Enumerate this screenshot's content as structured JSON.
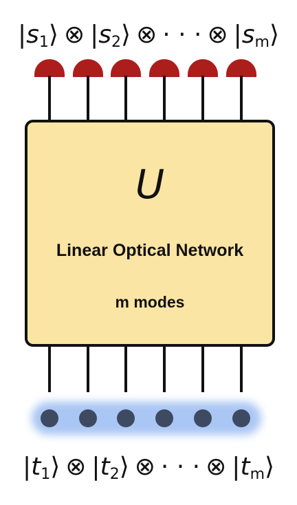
{
  "output_state": {
    "ket_1": "s",
    "ket_1_sub": "1",
    "tensor_1": "⊗",
    "ket_2": "s",
    "ket_2_sub": "2",
    "tensor_2": "⊗",
    "ellipsis": "· · ·",
    "tensor_3": "⊗",
    "ket_m": "s",
    "ket_m_sub": "m"
  },
  "network": {
    "unitary_symbol": "U",
    "title": "Linear Optical Network",
    "modes_label": "m modes"
  },
  "input_state": {
    "ket_1": "t",
    "ket_1_sub": "1",
    "tensor_1": "⊗",
    "ket_2": "t",
    "ket_2_sub": "2",
    "tensor_2": "⊗",
    "ellipsis": "· · ·",
    "tensor_3": "⊗",
    "ket_m": "t",
    "ket_m_sub": "m"
  },
  "colors": {
    "detector": "#ab1e1c",
    "network_fill": "#fbe5a4",
    "photon": "#3e4a62",
    "photon_glow": "#a9c6f4"
  },
  "icons": {
    "detector": "photodetector-icon",
    "photon": "single-photon-icon"
  },
  "mode_count": 6
}
